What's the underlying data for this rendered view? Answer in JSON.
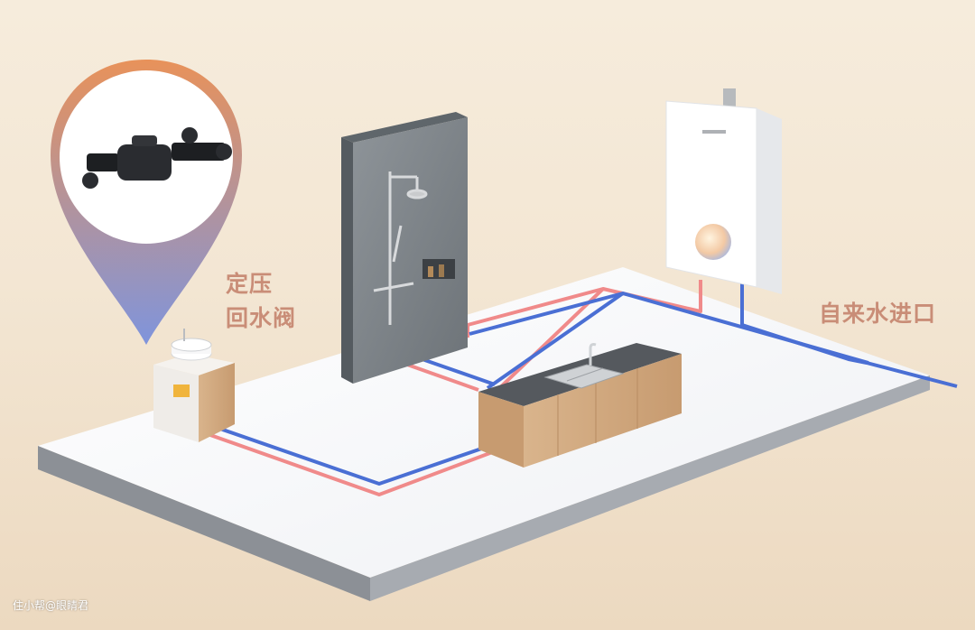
{
  "labels": {
    "valve_line1": "定压",
    "valve_line2": "回水阀",
    "inlet": "自来水进口"
  },
  "watermark": "住小帮@眼睛君",
  "colors": {
    "hot_pipe": "#f08a8a",
    "cold_pipe": "#4a6fd4",
    "label": "#c98d77",
    "pin_top": "#e8925a",
    "pin_bottom": "#7f94dc"
  },
  "icons": [
    "pressure-valve-icon",
    "shower-icon",
    "water-heater-icon",
    "sink-icon",
    "basin-icon"
  ]
}
